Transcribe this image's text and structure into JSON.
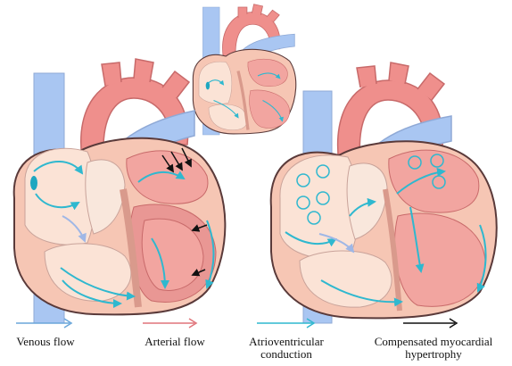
{
  "legend": {
    "venous": {
      "label": "Venous flow",
      "color": "#6aa6da"
    },
    "arterial": {
      "label": "Arterial flow",
      "color": "#e0747a"
    },
    "atrioventricular": {
      "label": "Atrioventricular\nconduction",
      "color": "#2fb8cf"
    },
    "compensated": {
      "label": "Compensated myocardial\nhypertrophy",
      "color": "#111111"
    }
  },
  "colors": {
    "vein": "#a9c6f2",
    "artery": "#ef8f8c",
    "myocardium": "#f6c6b4",
    "chamber": "#fbe3d6",
    "valve": "#f9e7dc",
    "outline": "#5a3a3a",
    "background": "#ffffff"
  },
  "panels": [
    {
      "id": "reference-heart",
      "variant": "normal"
    },
    {
      "id": "hypertrophy-heart",
      "variant": "hypertrophy"
    },
    {
      "id": "dilated-heart",
      "variant": "dilated-with-thrombi"
    }
  ]
}
